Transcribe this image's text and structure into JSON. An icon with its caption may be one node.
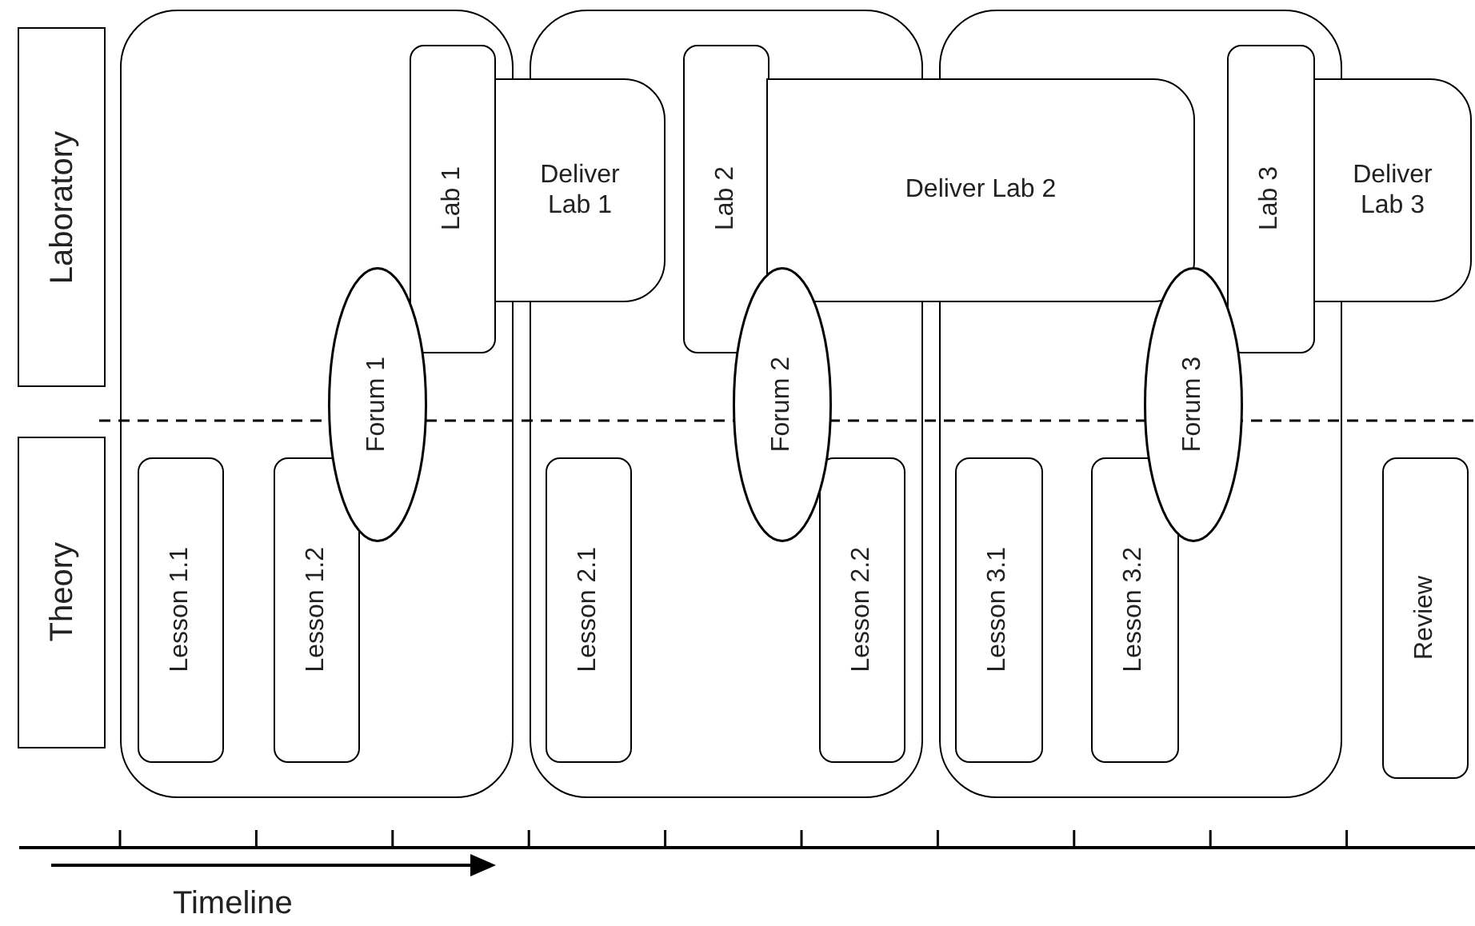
{
  "diagram": {
    "nodes": [
      {
        "text": [
          "Laboratory"
        ]
      },
      {
        "text": [
          "Theory"
        ]
      },
      {
        "text": [],
        "shape": "box"
      },
      {
        "text": [
          "Lab 1"
        ],
        "in": 2
      },
      {
        "text": [
          "Forum 1"
        ],
        "in": 2
      },
      {
        "text": [
          "Lesson 1.1"
        ],
        "in": 2
      },
      {
        "text": [
          "Lesson 1.2"
        ],
        "in": 2
      },
      {
        "text": [
          "Deliver Lab 1"
        ]
      },
      {
        "text": [],
        "shape": "box"
      },
      {
        "text": [
          "Lab 2"
        ],
        "in": 8
      },
      {
        "text": [
          "Forum 2"
        ],
        "in": 8
      },
      {
        "text": [
          "Lesson 2.1"
        ],
        "in": 8
      },
      {
        "text": [
          "Lesson 2.2"
        ],
        "in": 8
      },
      {
        "text": [
          "Deliver Lab 2"
        ]
      },
      {
        "text": [],
        "shape": "box"
      },
      {
        "text": [
          "Lab 3"
        ],
        "in": 14
      },
      {
        "text": [
          "Forum 3"
        ],
        "in": 14
      },
      {
        "text": [
          "Lesson 3.1"
        ],
        "in": 14
      },
      {
        "text": [
          "Lesson 3.2"
        ],
        "in": 14
      },
      {
        "text": [
          "Deliver Lab 3"
        ]
      },
      {
        "text": [
          "Review"
        ]
      }
    ],
    "edges": [],
    "labels": [
      "Timeline"
    ]
  }
}
